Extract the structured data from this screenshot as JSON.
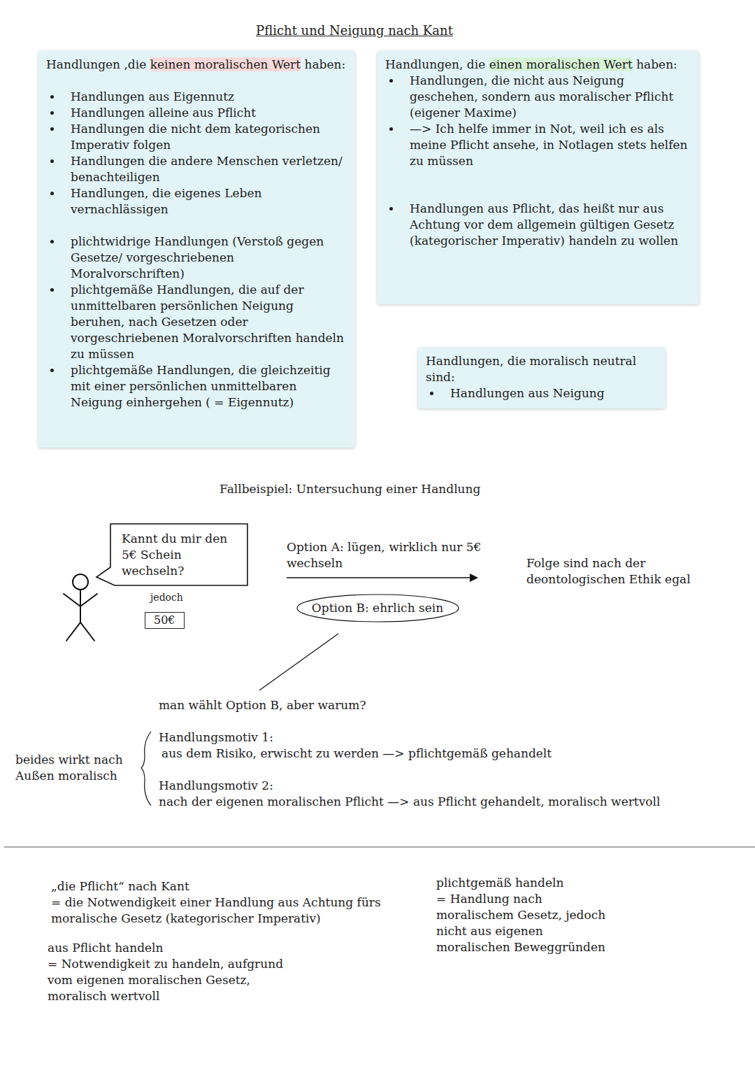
{
  "diagram": {
    "title": "Pflicht und Neigung nach Kant",
    "nodes": [
      {
        "text": [
          "Handlungen ,die keinen moralischen Wert haben:",
          "Handlungen aus Eigennutz",
          "Handlungen alleine aus Pflicht",
          "Handlungen die nicht dem kategorischen Imperativ folgen",
          "Handlungen die andere Menschen verletzen/ benachteiligen",
          "Handlungen, die eigenes Leben vernachlässigen",
          "plichtwidrige Handlungen (Verstoß gegen Gesetze/ vorgeschriebenen Moralvorschriften)",
          "plichtgemäße Handlungen, die auf der unmittelbaren persönlichen Neigung beruhen, nach Gesetzen oder vorgeschriebenen Moralvorschriften handeln zu müssen",
          "plichtgemäße Handlungen, die gleichzeitig mit einer persönlichen unmittelbaren Neigung einhergehen ( = Eigennutz)"
        ]
      },
      {
        "text": [
          "Handlungen, die einen moralischen Wert haben:",
          "Handlungen, die nicht aus Neigung geschehen, sondern aus moralischer Pflicht (eigener Maxime)",
          "—> Ich helfe immer in Not, weil ich es als meine Pflicht ansehe, in Notlagen stets helfen zu müssen",
          "Handlungen aus Pflicht, das heißt nur aus Achtung vor dem allgemein gültigen Gesetz (kategorischer Imperativ) handeln zu wollen"
        ]
      },
      {
        "text": [
          "Handlungen, die moralisch neutral sind:",
          "Handlungen aus Neigung"
        ]
      },
      {
        "text": [
          "Kannt du mir den 5€ Schein wechseln?"
        ]
      },
      {
        "text": [
          "50€"
        ]
      },
      {
        "text": [
          "Option B: ehrlich sein"
        ]
      }
    ],
    "labels": [
      "Fallbeispiel: Untersuchung einer Handlung",
      "jedoch",
      "Option A: lügen, wirklich nur 5€ wechseln",
      "Folge sind nach der deontologischen Ethik egal",
      "man wählt Option B, aber warum?",
      "beides wirkt nach Außen moralisch",
      "Handlungsmotiv 1:",
      "aus dem Risiko, erwischt zu werden —> pflichtgemäß gehandelt",
      "Handlungsmotiv 2:",
      "nach der eigenen moralischen Pflicht —> aus Pflicht gehandelt, moralisch wertvoll",
      "„die Pflicht“ nach Kant",
      "= die Notwendigkeit einer Handlung aus Achtung fürs moralische Gesetz (kategorischer Imperativ)",
      "aus Pflicht handeln",
      "= Notwendigkeit zu handeln, aufgrund vom eigenen moralischen Gesetz, moralisch wertvoll",
      "plichtgemäß handeln",
      "= Handlung nach moralischem Gesetz, jedoch nicht aus eigenen moralischen Beweggründen"
    ]
  }
}
